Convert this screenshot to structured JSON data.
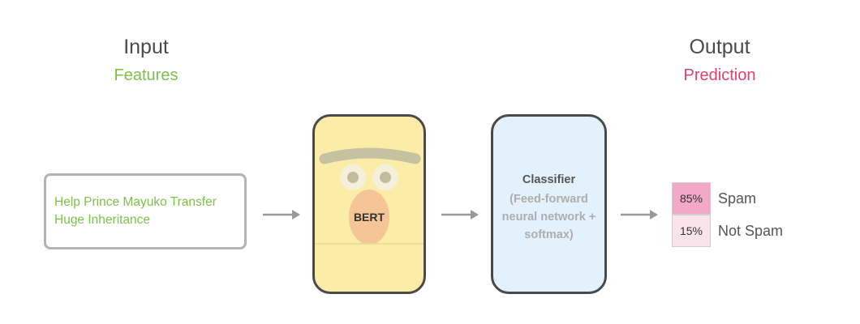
{
  "input": {
    "heading": "Input",
    "subheading": "Features",
    "text": "Help Prince Mayuko Transfer\nHuge Inheritance"
  },
  "output": {
    "heading": "Output",
    "subheading": "Prediction"
  },
  "model": {
    "label": "BERT"
  },
  "classifier": {
    "title": "Classifier",
    "description": "(Feed-forward\nneural network +\nsoftmax)"
  },
  "results": [
    {
      "percent": "85%",
      "label": "Spam",
      "value": 0.85
    },
    {
      "percent": "15%",
      "label": "Not Spam",
      "value": 0.15
    }
  ],
  "colors": {
    "features": "#7dc14a",
    "prediction": "#e0406e",
    "bert_fill": "#fbeca8",
    "classifier_fill": "#e3f1fc",
    "spam_fill": "#f2a8c6",
    "not_spam_fill": "#fbe3ec"
  }
}
